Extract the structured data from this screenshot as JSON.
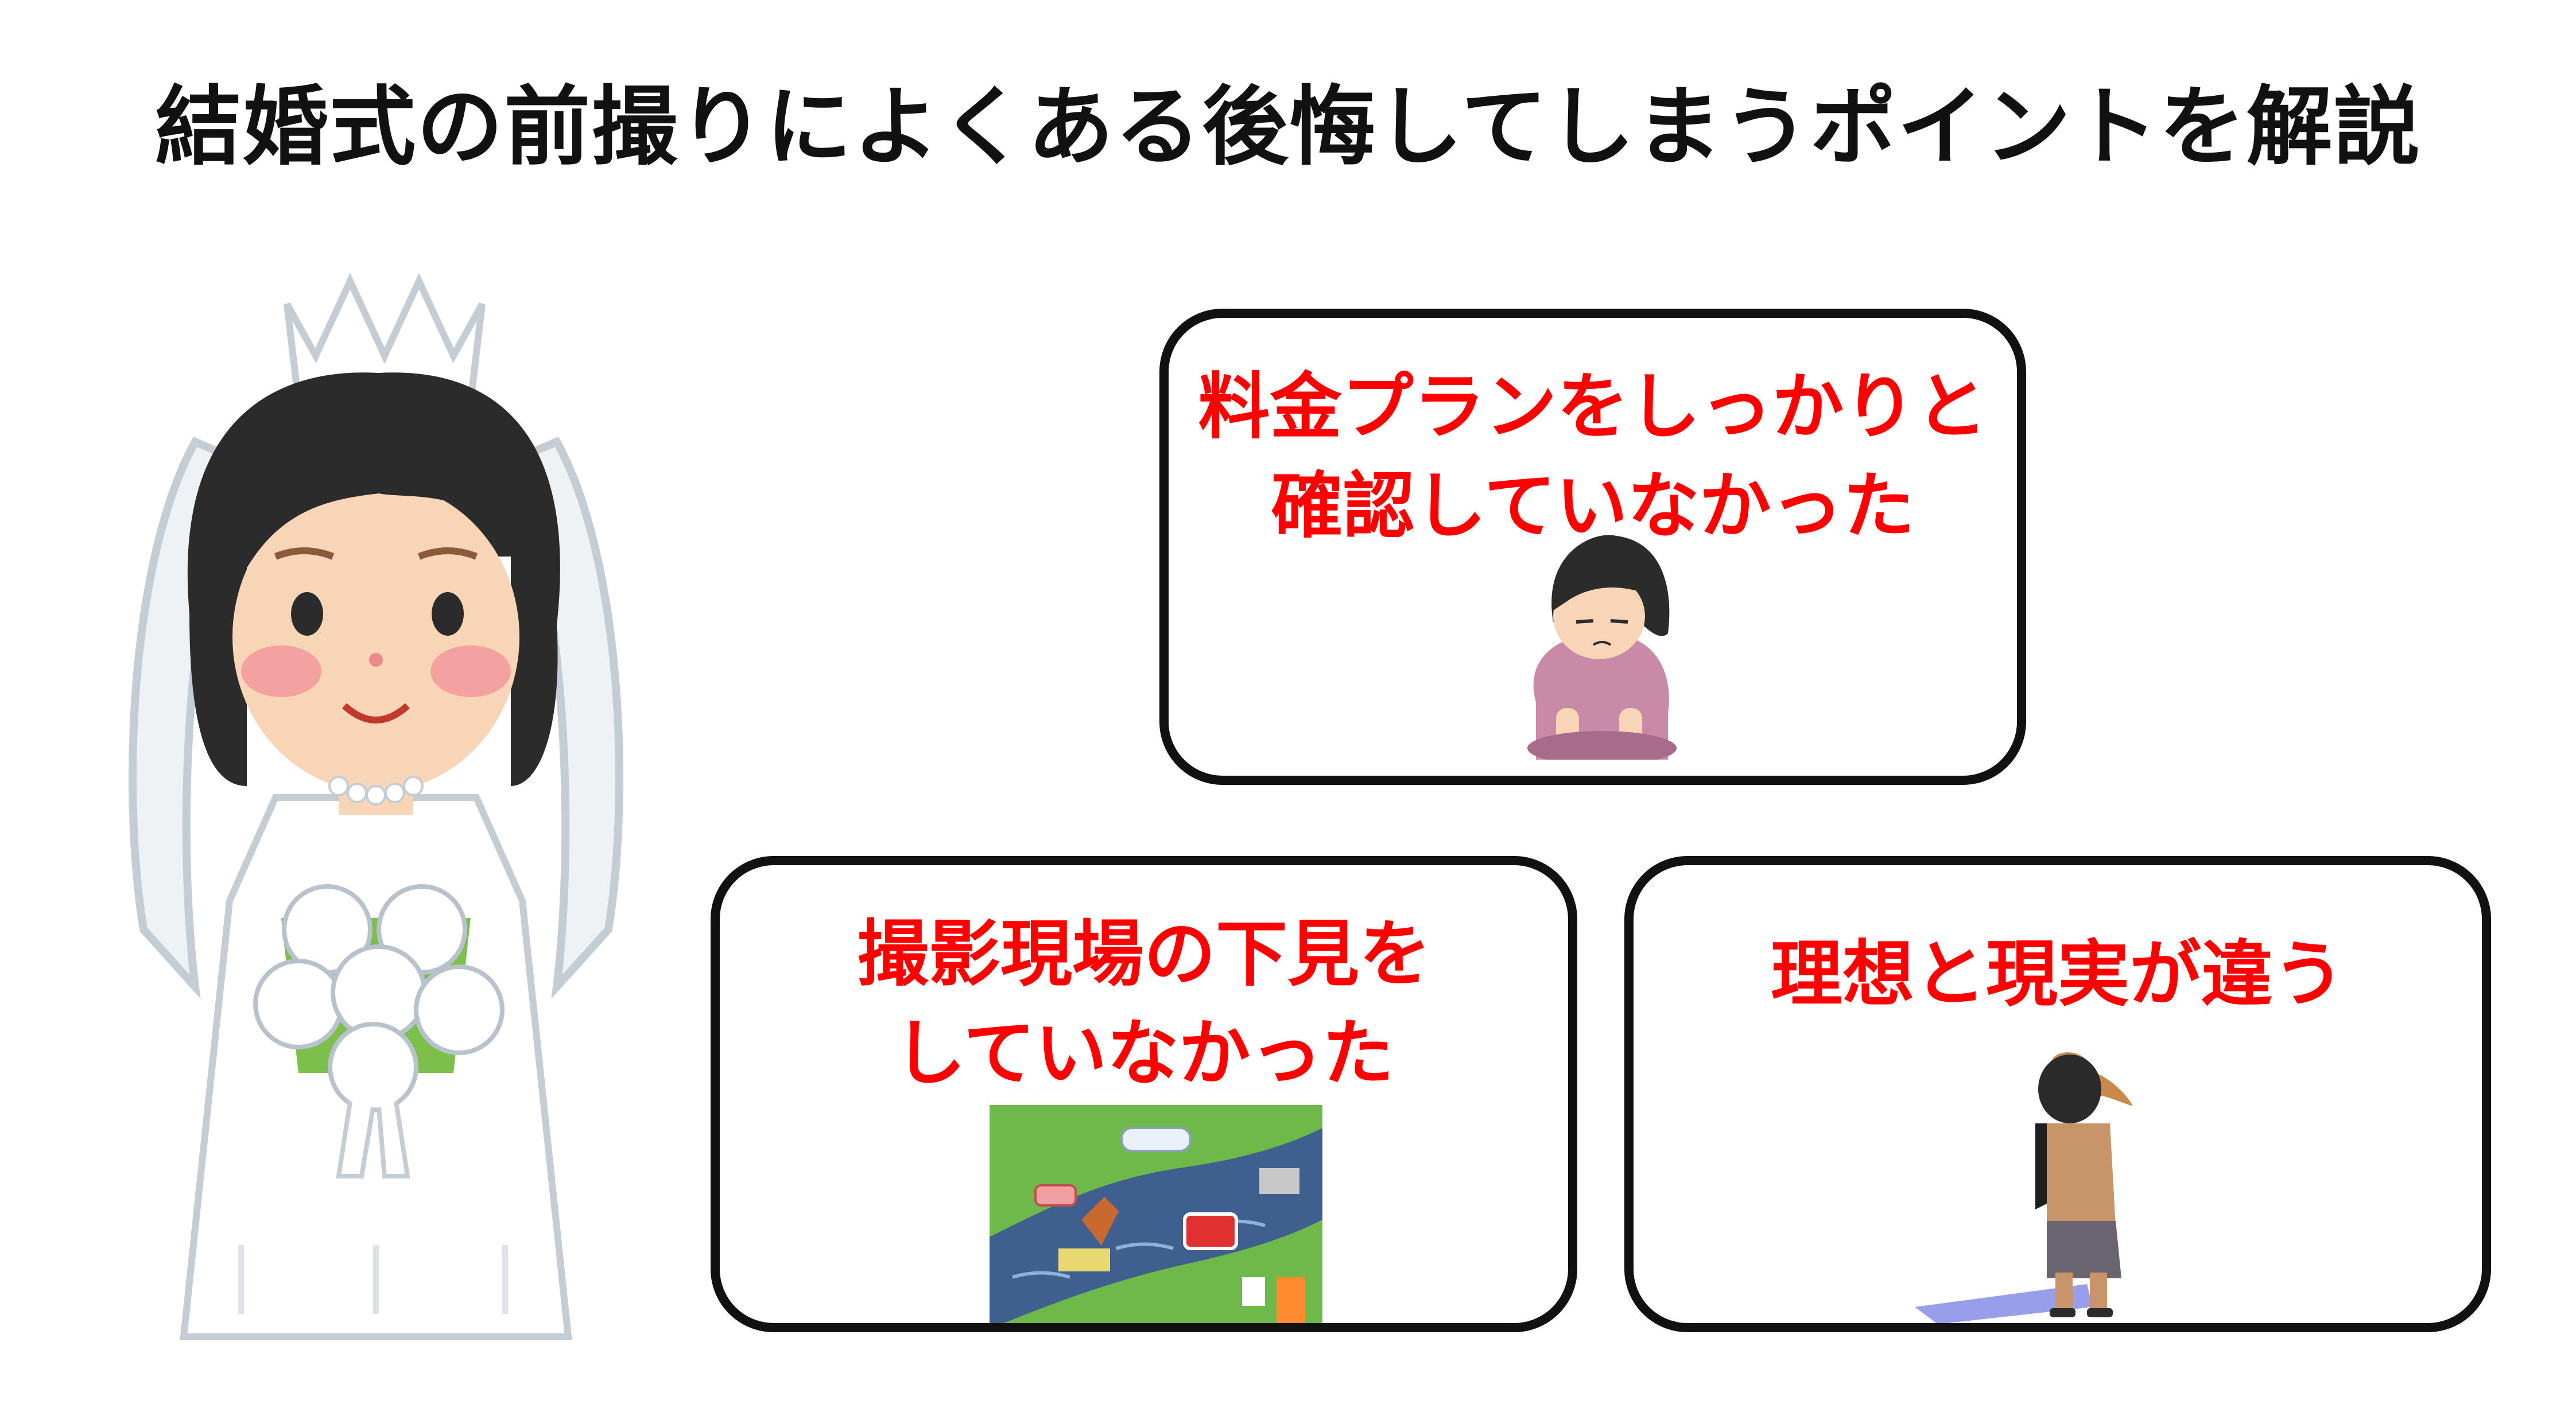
{
  "title": "結婚式の前撮りによくある後悔してしまうポイントを解説",
  "colors": {
    "title": "#111111",
    "card_border": "#111111",
    "card_text": "#ff0000",
    "background": "#ffffff"
  },
  "cards": [
    {
      "lines": [
        "料金プランをしっかりと",
        "確認していなかった"
      ],
      "illustration": "sad-kneeling-woman"
    },
    {
      "lines": [
        "撮影現場の下見を",
        "していなかった"
      ],
      "illustration": "polluted-river"
    },
    {
      "lines": [
        "理想と現実が違う"
      ],
      "illustration": "dejected-walking-woman"
    }
  ],
  "main_illustration": "bride-with-bouquet"
}
